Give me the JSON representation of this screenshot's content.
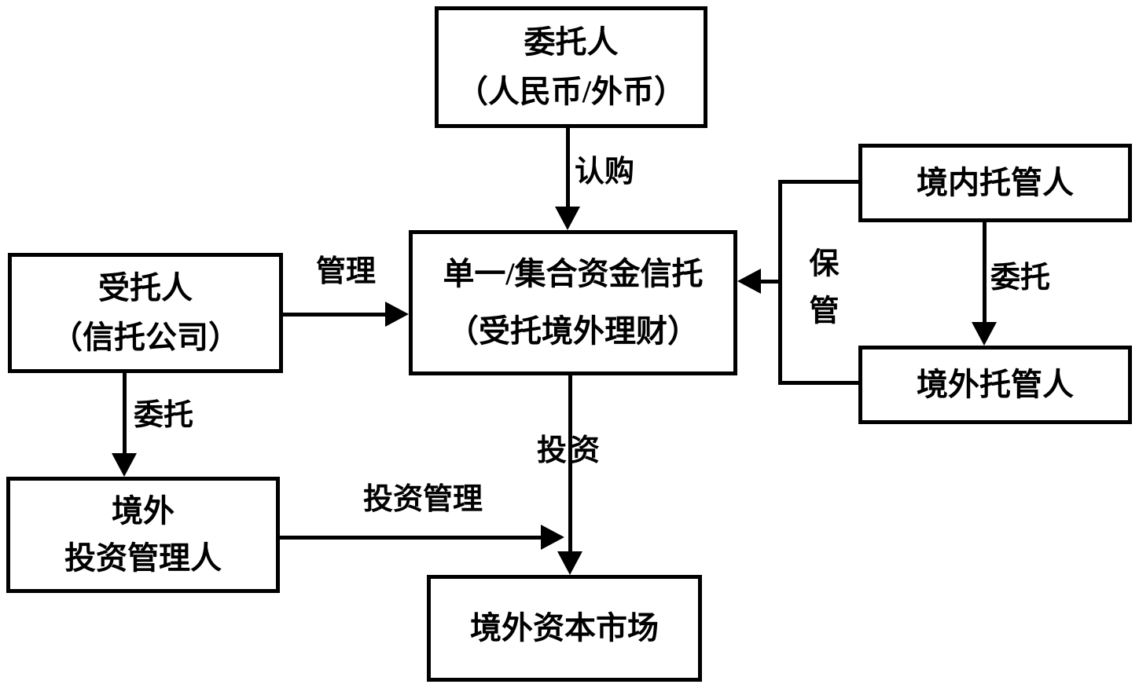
{
  "diagram": {
    "background_color": "#ffffff",
    "line_color": "#000000",
    "nodes": {
      "client": {
        "lines": [
          "委托人",
          "（人民币/外币）"
        ]
      },
      "trustee": {
        "lines": [
          "受托人",
          "（信托公司）"
        ]
      },
      "trust": {
        "lines": [
          "单一/集合资金信托",
          "（受托境外理财）"
        ]
      },
      "domestic_custodian": {
        "lines": [
          "境内托管人"
        ]
      },
      "overseas_custodian": {
        "lines": [
          "境外托管人"
        ]
      },
      "overseas_manager": {
        "lines": [
          "境外",
          "投资管理人"
        ]
      },
      "overseas_market": {
        "lines": [
          "境外资本市场"
        ]
      }
    },
    "edge_labels": {
      "subscription": "认购",
      "management": "管理",
      "entrust_trustee": "委托",
      "entrust_custodian": "委托",
      "investment": "投资",
      "investment_management": "投资管理",
      "custody": "保管"
    }
  }
}
